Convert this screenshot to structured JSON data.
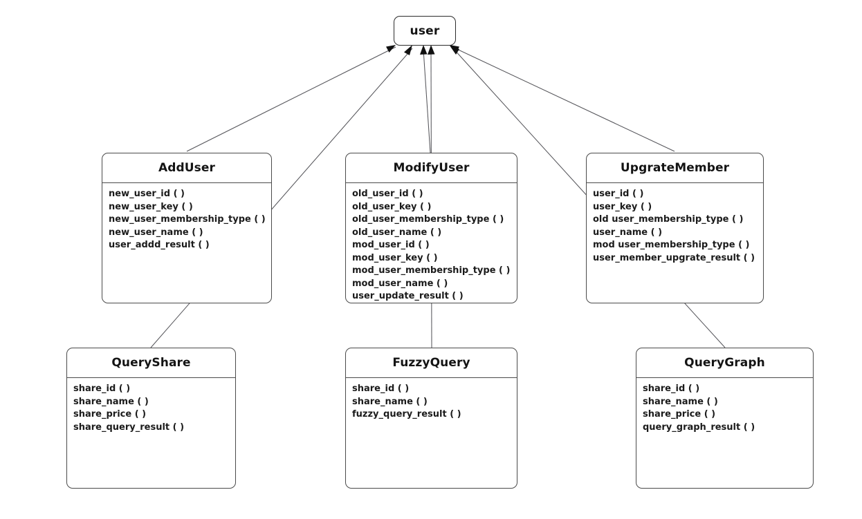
{
  "diagram": {
    "type": "class-diagram",
    "background_color": "#ffffff",
    "line_color": "#55555a",
    "border_color": "#4a4a4a",
    "text_color": "#1b1b1b",
    "root": {
      "label": "user"
    },
    "classes": [
      {
        "name": "AddUser",
        "members": [
          "new_user_id ( )",
          "new_user_key ( )",
          "new_user_membership_type ( )",
          "new_user_name ( )",
          "user_addd_result ( )"
        ]
      },
      {
        "name": "ModifyUser",
        "members": [
          "old_user_id ( )",
          "old_user_key ( )",
          "old_user_membership_type ( )",
          "old_user_name ( )",
          "mod_user_id ( )",
          "mod_user_key ( )",
          "mod_user_membership_type ( )",
          "mod_user_name ( )",
          "user_update_result ( )"
        ]
      },
      {
        "name": "UpgrateMember",
        "members": [
          "user_id ( )",
          "user_key ( )",
          "old user_membership_type ( )",
          "user_name ( )",
          "mod user_membership_type ( )",
          "user_member_upgrate_result ( )"
        ]
      },
      {
        "name": "QueryShare",
        "members": [
          "share_id ( )",
          "share_name ( )",
          "share_price ( )",
          "share_query_result ( )"
        ]
      },
      {
        "name": "FuzzyQuery",
        "members": [
          "share_id ( )",
          "share_name ( )",
          "fuzzy_query_result ( )"
        ]
      },
      {
        "name": "QueryGraph",
        "members": [
          "share_id ( )",
          "share_name ( )",
          "share_price ( )",
          "query_graph_result ( )"
        ]
      }
    ],
    "edges": [
      {
        "from": "AddUser",
        "to": "user",
        "arrow": "open"
      },
      {
        "from": "QueryShare",
        "to": "user",
        "arrow": "open"
      },
      {
        "from": "ModifyUser",
        "to": "user",
        "arrow": "open"
      },
      {
        "from": "FuzzyQuery",
        "to": "user",
        "arrow": "open"
      },
      {
        "from": "UpgrateMember",
        "to": "user",
        "arrow": "open"
      },
      {
        "from": "QueryGraph",
        "to": "user",
        "arrow": "open"
      }
    ]
  }
}
